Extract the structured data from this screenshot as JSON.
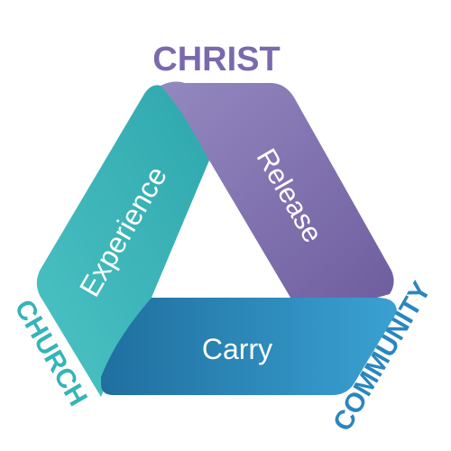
{
  "corners": {
    "top": "CHRIST",
    "left": "CHURCH",
    "right": "COMMUNITY"
  },
  "bands": {
    "left": "Experience",
    "right": "Release",
    "bottom": "Carry"
  },
  "colors": {
    "purple": "#7f6fae",
    "purple_light": "#9a8dc2",
    "teal": "#3ab3b8",
    "teal_light": "#56c9c9",
    "blue": "#2e84b6",
    "blue_light": "#3aa0cf",
    "corner_purple": "#7a6aad",
    "corner_teal": "#35b4b9",
    "corner_blue": "#2a86bd"
  }
}
